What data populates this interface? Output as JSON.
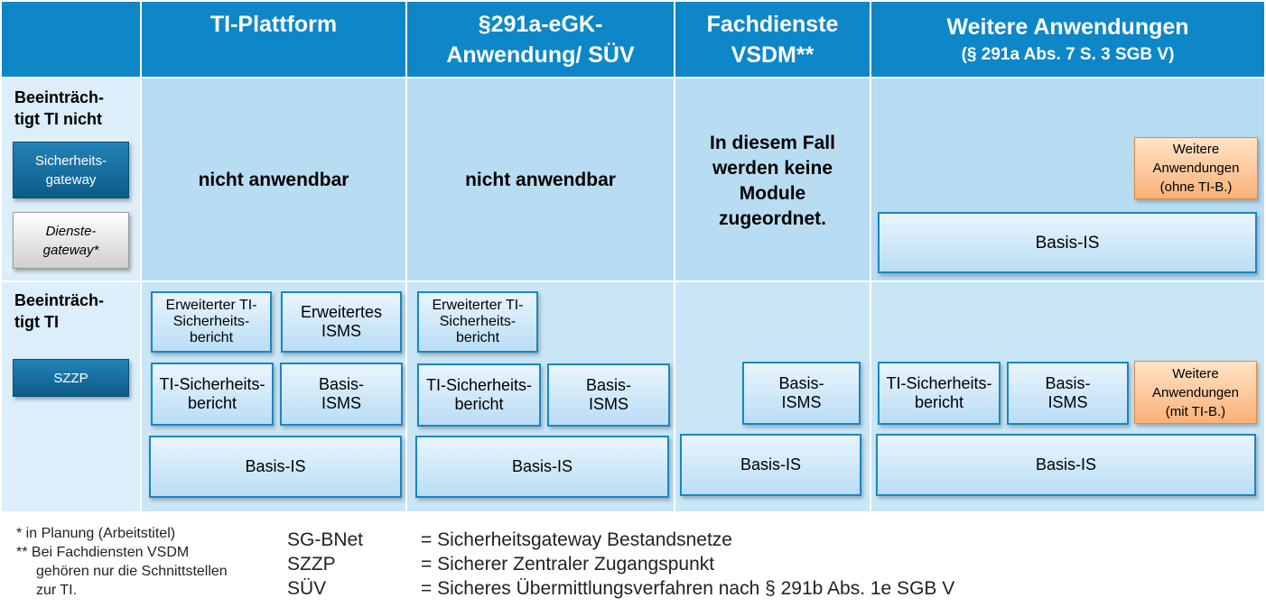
{
  "header": {
    "col1": "TI-Plattform",
    "col2_line1": "§291a-eGK-",
    "col2_line2": "Anwendung/ SÜV",
    "col3_line1": "Fachdienste",
    "col3_line2": "VSDM**",
    "col4_line1": "Weitere Anwendungen",
    "col4_line2": "(§ 291a Abs. 7 S. 3 SGB V)"
  },
  "row1": {
    "label_line1": "Beeinträch-",
    "label_line2": "tigt TI nicht",
    "gateway1_line1": "Sicherheits-",
    "gateway1_line2": "gateway",
    "gateway2_line1": "Dienste-",
    "gateway2_line2": "gateway*",
    "col1_text": "nicht anwendbar",
    "col2_text": "nicht anwendbar",
    "col3_line1": "In diesem Fall",
    "col3_line2": "werden keine",
    "col3_line3": "Module",
    "col3_line4": "zugeordnet.",
    "col4_orange_line1": "Weitere",
    "col4_orange_line2": "Anwendungen",
    "col4_orange_line3": "(ohne TI-B.)",
    "col4_basis": "Basis-IS"
  },
  "row2": {
    "label_line1": "Beeinträch-",
    "label_line2": "tigt TI",
    "gateway_label": "SZZP",
    "col1": {
      "erw_ti_line1": "Erweiterter TI-",
      "erw_ti_line2": "Sicherheits-",
      "erw_ti_line3": "bericht",
      "erw_isms_line1": "Erweitertes",
      "erw_isms_line2": "ISMS",
      "ti_sb_line1": "TI-Sicherheits-",
      "ti_sb_line2": "bericht",
      "basis_isms_line1": "Basis-",
      "basis_isms_line2": "ISMS",
      "basis_is": "Basis-IS"
    },
    "col2": {
      "erw_ti_line1": "Erweiterter TI-",
      "erw_ti_line2": "Sicherheits-",
      "erw_ti_line3": "bericht",
      "ti_sb_line1": "TI-Sicherheits-",
      "ti_sb_line2": "bericht",
      "basis_isms_line1": "Basis-",
      "basis_isms_line2": "ISMS",
      "basis_is": "Basis-IS"
    },
    "col3": {
      "basis_isms_line1": "Basis-",
      "basis_isms_line2": "ISMS",
      "basis_is": "Basis-IS"
    },
    "col4": {
      "ti_sb_line1": "TI-Sicherheits-",
      "ti_sb_line2": "bericht",
      "basis_isms_line1": "Basis-",
      "basis_isms_line2": "ISMS",
      "orange_line1": "Weitere",
      "orange_line2": "Anwendungen",
      "orange_line3": "(mit TI-B.)",
      "basis_is": "Basis-IS"
    }
  },
  "footnotes": {
    "f1": "*  in Planung (Arbeitstitel)",
    "f2_line1": "** Bei Fachdiensten VSDM",
    "f2_line2": "gehören nur die Schnittstellen",
    "f2_line3": "zur TI."
  },
  "legend": [
    {
      "abbr": "SG-BNet",
      "desc": "= Sicherheitsgateway  Bestandsnetze"
    },
    {
      "abbr": "SZZP",
      "desc": "= Sicherer Zentraler Zugangspunkt"
    },
    {
      "abbr": "SÜV",
      "desc": "= Sicheres Übermittlungsverfahren  nach § 291b Abs. 1e SGB V"
    }
  ],
  "colors": {
    "header": "#0e87c8",
    "cell": "#b8ddf3",
    "box_border": "#1a86c4",
    "orange": "#fbb178",
    "gateway_blue": "#0d5c89"
  }
}
